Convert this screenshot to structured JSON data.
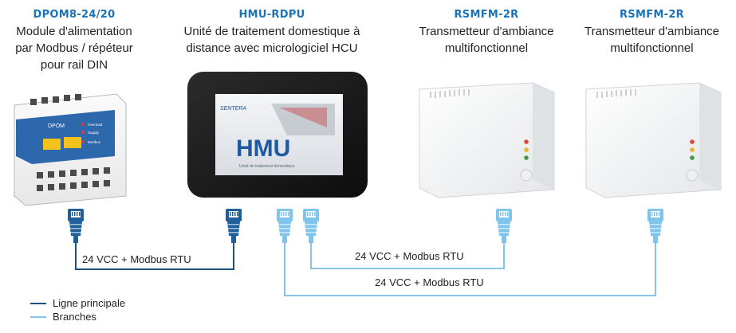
{
  "colors": {
    "code_blue": "#1a72b8",
    "main_line": "#1f4f7f",
    "branch_line": "#86c3e6",
    "main_connector": "#1e5f9c",
    "branch_connector": "#7fc4ea"
  },
  "devices": [
    {
      "code": "DPOM8-24/20",
      "description": "Module d'alimentation\npar Modbus / répéteur\npour rail DIN"
    },
    {
      "code": "HMU-RDPU",
      "description": "Unité de traitement domestique à\ndistance avec micrologiciel HCU",
      "screen_brand": "SENTERA",
      "screen_title": "HMU",
      "screen_subtitle": "Unité de traitement domestique"
    },
    {
      "code": "RSMFM-2R",
      "description": "Transmetteur d'ambiance\nmultifonctionnel"
    },
    {
      "code": "RSMFM-2R",
      "description": "Transmetteur d'ambiance\nmultifonctionnel"
    }
  ],
  "dpom_labels": {
    "brand": "DPOM",
    "label1": "Overload",
    "label2": "Supply",
    "label3": "Modbus"
  },
  "connections": [
    {
      "label": "24 VCC + Modbus RTU",
      "type": "main"
    },
    {
      "label": "24 VCC + Modbus RTU",
      "type": "branch"
    },
    {
      "label": "24 VCC + Modbus RTU",
      "type": "branch"
    }
  ],
  "legend": [
    {
      "label": "Ligne principale",
      "color": "#1f4f7f"
    },
    {
      "label": "Branches",
      "color": "#86c3e6"
    }
  ]
}
